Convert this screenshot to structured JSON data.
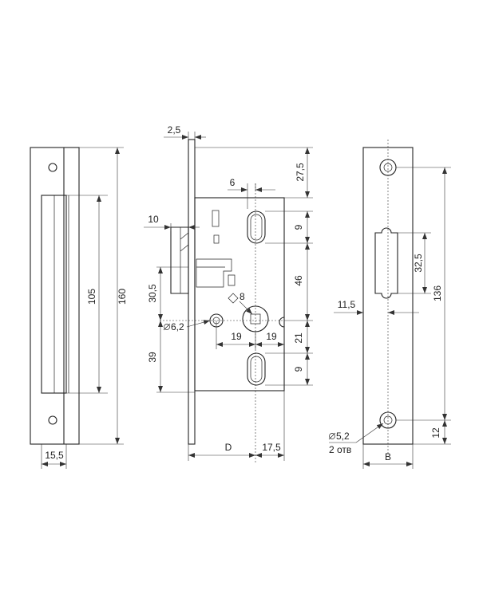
{
  "dimensions": {
    "front_plate_thickness": "2,5",
    "top_to_slot": "27,5",
    "slot_offset": "6",
    "slot_height_top": "9",
    "latch_depth": "10",
    "slot_spacing": "46",
    "latch_height": "30,5",
    "square_spindle": "8",
    "cylinder_hole": "6,2",
    "hole_to_spindle": "19",
    "spindle_to_slot": "19",
    "spindle_to_lower_slot": "21",
    "slot_height_bottom": "9",
    "lower_hole_height": "39",
    "backset": "D",
    "body_offset": "17,5",
    "strike_inner": "105",
    "strike_total": "160",
    "strike_width": "15,5",
    "strike_window": "32,5",
    "plate_offset": "11,5",
    "plate_holes_spacing": "136",
    "plate_bottom_hole": "12",
    "mount_hole": "5,2",
    "mount_hole_count": "2 отв",
    "plate_width": "B"
  }
}
